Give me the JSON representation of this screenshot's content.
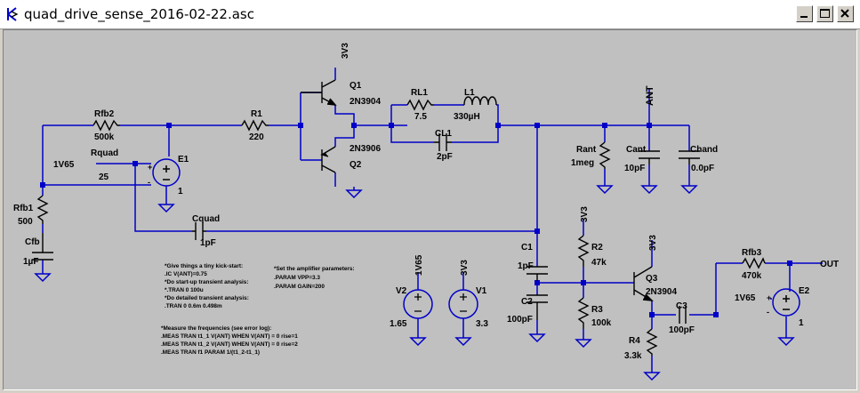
{
  "window": {
    "title": "quad_drive_sense_2016-02-22.asc",
    "icon": "ltspice-app-icon"
  },
  "colors": {
    "wire": "#0000c8",
    "canvas": "#c0c0c0",
    "junction": "#0000c8",
    "text": "#000000"
  },
  "components": {
    "rfb2": {
      "name": "Rfb2",
      "value": "500k"
    },
    "r1": {
      "name": "R1",
      "value": "220"
    },
    "rquad": {
      "name": "Rquad",
      "value": "25"
    },
    "rquad_net": "1V65",
    "e1": {
      "name": "E1",
      "value": "1"
    },
    "rfb1": {
      "name": "Rfb1",
      "value": "500"
    },
    "cfb": {
      "name": "Cfb",
      "value": "1µF"
    },
    "cquad": {
      "name": "Cquad",
      "value": "1pF"
    },
    "q1": {
      "name": "Q1",
      "value": "2N3904"
    },
    "q2": {
      "name": "Q2",
      "value": "2N3906"
    },
    "q1_supply": "3V3",
    "rl1": {
      "name": "RL1",
      "value": "7.5"
    },
    "l1": {
      "name": "L1",
      "value": "330µH"
    },
    "cl1": {
      "name": "CL1",
      "value": "2pF"
    },
    "ant_label": "ANT",
    "rant": {
      "name": "Rant",
      "value": "1meg"
    },
    "cant": {
      "name": "Cant",
      "value": "10pF"
    },
    "chand": {
      "name": "Chand",
      "value": "0.0pF"
    },
    "c1": {
      "name": "C1",
      "value": "1pF"
    },
    "c2": {
      "name": "C2",
      "value": "100pF"
    },
    "r2": {
      "name": "R2",
      "value": "47k"
    },
    "r2_supply": "3V3",
    "r3": {
      "name": "R3",
      "value": "100k"
    },
    "q3": {
      "name": "Q3",
      "value": "2N3904"
    },
    "q3_supply": "3V3",
    "r4": {
      "name": "R4",
      "value": "3.3k"
    },
    "c3": {
      "name": "C3",
      "value": "100pF"
    },
    "rfb3": {
      "name": "Rfb3",
      "value": "470k"
    },
    "e2": {
      "name": "E2",
      "value": "1"
    },
    "e2_net": "1V65",
    "out_label": "OUT",
    "v2": {
      "name": "V2",
      "value": "1.65",
      "net": "1V65"
    },
    "v1": {
      "name": "V1",
      "value": "3.3",
      "net": "3V3"
    }
  },
  "directives": {
    "block1": [
      "*Give things a tiny kick-start:",
      ".IC V(ANT)=0.75",
      "*Do start-up transient analysis:",
      "*.TRAN 0 100u",
      "*Do detailed transient analysis:",
      ".TRAN 0 0.6m 0.498m"
    ],
    "block2": [
      "*Set the amplifier parameters:",
      ".PARAM VPP=3.3",
      ".PARAM GAIN=200"
    ],
    "block3": [
      "*Measure the frequencies (see error log):",
      ".MEAS TRAN t1_1 V(ANT) WHEN V(ANT) = 0 rise=1",
      ".MEAS TRAN t1_2 V(ANT) WHEN V(ANT) = 0 rise=2",
      ".MEAS TRAN f1 PARAM 1/(t1_2-t1_1)"
    ]
  }
}
